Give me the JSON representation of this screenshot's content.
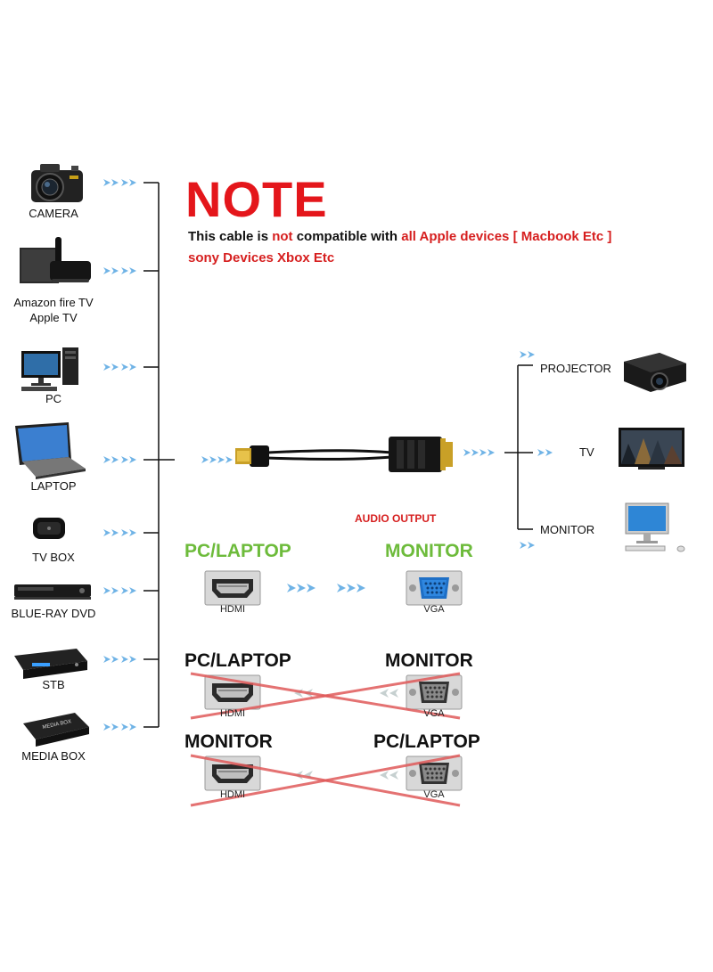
{
  "sources": [
    {
      "label": "CAMERA",
      "icon": "camera-icon"
    },
    {
      "label": "Amazon fire TV",
      "label2": "Apple TV",
      "icon": "tv-box-icon"
    },
    {
      "label": "PC",
      "icon": "desktop-pc-icon"
    },
    {
      "label": "LAPTOP",
      "icon": "laptop-icon"
    },
    {
      "label": "TV BOX",
      "icon": "media-player-icon"
    },
    {
      "label": "BLUE-RAY DVD",
      "icon": "dvd-player-icon"
    },
    {
      "label": "STB",
      "icon": "set-top-box-icon"
    },
    {
      "label": "MEDIA BOX",
      "icon": "media-box-icon",
      "device_text": "MEDIA BOX"
    }
  ],
  "outputs": [
    {
      "label": "PROJECTOR",
      "icon": "projector-icon"
    },
    {
      "label": "TV",
      "icon": "flat-tv-icon"
    },
    {
      "label": "MONITOR",
      "icon": "monitor-icon"
    }
  ],
  "note": {
    "title": "NOTE",
    "line1": [
      {
        "text": "This cable is ",
        "color": "black"
      },
      {
        "text": "not",
        "color": "red"
      },
      {
        "text": " compatible with ",
        "color": "black"
      },
      {
        "text": "all Apple devices [ Macbook Etc ]",
        "color": "red"
      }
    ],
    "line2": "sony Devices Xbox Etc"
  },
  "audio_output": "AUDIO OUTPUT",
  "valid_direction": {
    "from_title": "PC/LAPTOP",
    "to_title": "MONITOR",
    "from_port": "HDMI",
    "to_port": "VGA"
  },
  "invalid_1": {
    "left_title": "PC/LAPTOP",
    "right_title": "MONITOR",
    "left_port": "HDMI",
    "right_port": "VGA"
  },
  "invalid_2": {
    "left_title": "MONITOR",
    "right_title": "PC/LAPTOP",
    "left_port": "HDMI",
    "right_port": "VGA"
  },
  "colors": {
    "arrow": "#6fb3e6",
    "note_red": "#e4161b",
    "green": "#6dbb3b",
    "cross": "#e05a5a",
    "vga_blue": "#1e6fc6"
  }
}
